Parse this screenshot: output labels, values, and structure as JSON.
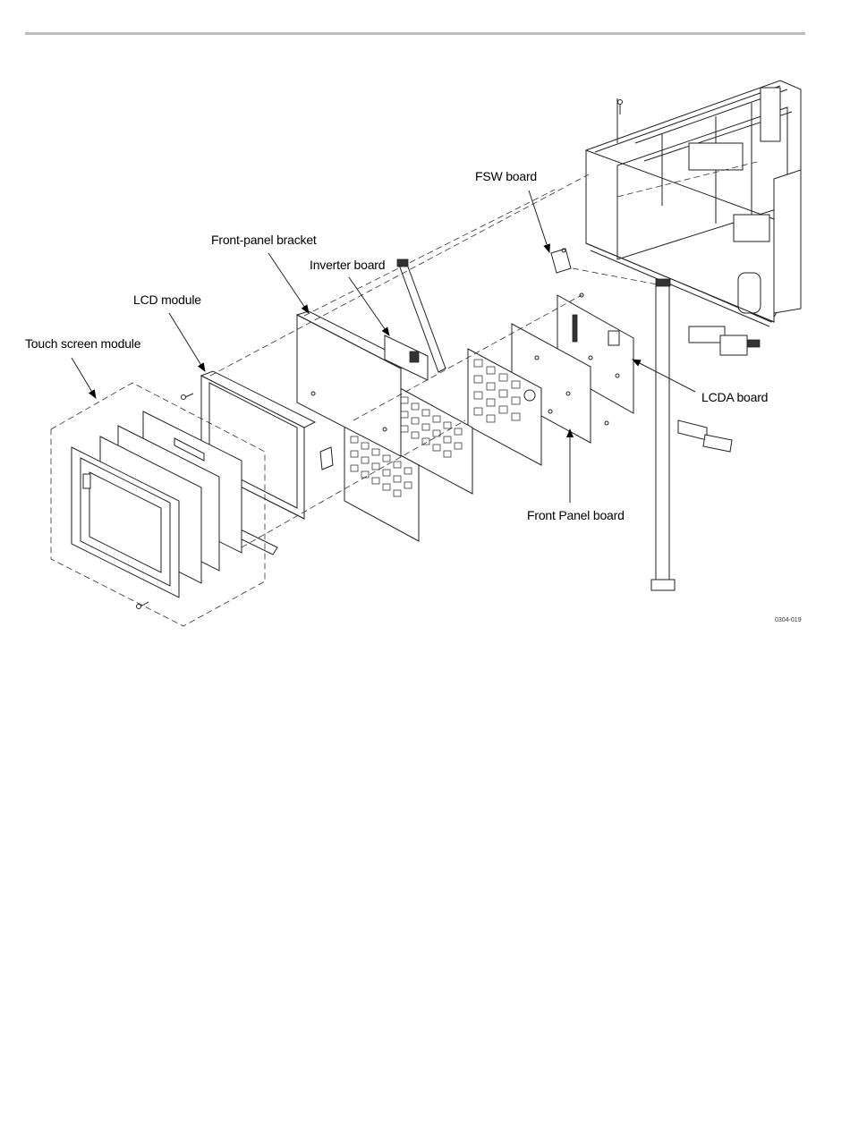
{
  "labels": {
    "fsw_board": "FSW board",
    "front_panel_bracket": "Front-panel bracket",
    "inverter_board": "Inverter board",
    "lcd_module": "LCD module",
    "touch_screen_module": "Touch screen module",
    "lcda_board": "LCDA board",
    "front_panel_board": "Front Panel board"
  },
  "figure_number": "0304-019"
}
